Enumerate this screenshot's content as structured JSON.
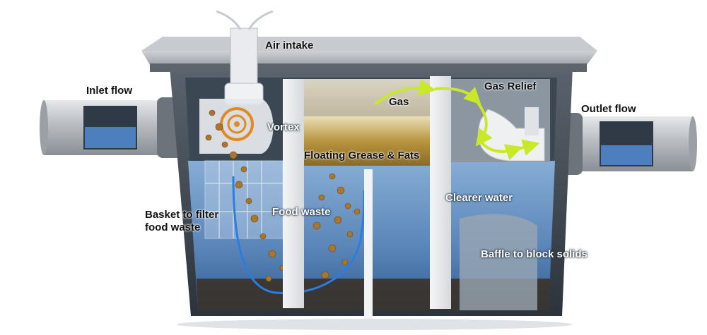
{
  "labels": {
    "air_intake": "Air intake",
    "inlet_flow": "Inlet flow",
    "outlet_flow": "Outlet flow",
    "gas_relief": "Gas Relief",
    "gas": "Gas",
    "vortex": "Vortex",
    "floating_grease": "Floating Grease & Fats",
    "clearer_water": "Clearer water",
    "basket_line1": "Basket to filter",
    "basket_line2": "food waste",
    "food_waste": "Food waste",
    "baffle": "Baffle to block solids"
  },
  "colors": {
    "water": "#6f9ed0",
    "water_deep": "#2f5f99",
    "grease": "#b8953e",
    "sludge": "#3a2e22",
    "tank_wall": "#4a525c",
    "lid": "#b4b8bd",
    "gas_arrow": "#c9e82a",
    "flow_line": "#2c7de0"
  }
}
